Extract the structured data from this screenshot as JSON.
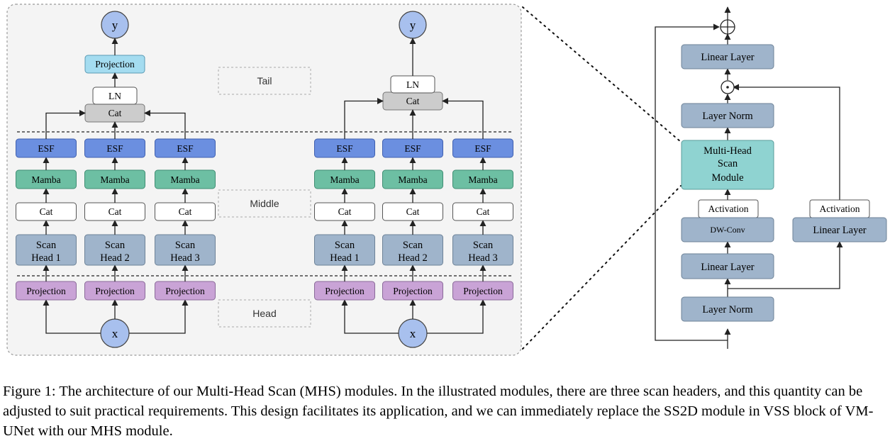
{
  "left_panel": {
    "sections": {
      "tail": "Tail",
      "middle": "Middle",
      "head": "Head"
    },
    "left_module": {
      "output": "y",
      "output_projection": "Projection",
      "ln": "LN",
      "cat_top": "Cat",
      "branches": [
        {
          "esf": "ESF",
          "mamba": "Mamba",
          "cat": "Cat",
          "scan_line1": "Scan",
          "scan_line2": "Head 1",
          "projection": "Projection"
        },
        {
          "esf": "ESF",
          "mamba": "Mamba",
          "cat": "Cat",
          "scan_line1": "Scan",
          "scan_line2": "Head 2",
          "projection": "Projection"
        },
        {
          "esf": "ESF",
          "mamba": "Mamba",
          "cat": "Cat",
          "scan_line1": "Scan",
          "scan_line2": "Head 3",
          "projection": "Projection"
        }
      ],
      "input": "x"
    },
    "right_module": {
      "output": "y",
      "ln": "LN",
      "cat_top": "Cat",
      "branches": [
        {
          "esf": "ESF",
          "mamba": "Mamba",
          "cat": "Cat",
          "scan_line1": "Scan",
          "scan_line2": "Head 1",
          "projection": "Projection"
        },
        {
          "esf": "ESF",
          "mamba": "Mamba",
          "cat": "Cat",
          "scan_line1": "Scan",
          "scan_line2": "Head 2",
          "projection": "Projection"
        },
        {
          "esf": "ESF",
          "mamba": "Mamba",
          "cat": "Cat",
          "scan_line1": "Scan",
          "scan_line2": "Head 3",
          "projection": "Projection"
        }
      ],
      "input": "x"
    }
  },
  "vss_block": {
    "add_symbol": "+",
    "multiply_symbol": "·",
    "linear_layer_top": "Linear Layer",
    "layer_norm_top": "Layer Norm",
    "mhs_line1": "Multi-Head",
    "mhs_line2": "Scan",
    "mhs_line3": "Module",
    "activation_left": "Activation",
    "dwconv": "DW-Conv",
    "linear_layer_mid": "Linear Layer",
    "layer_norm_bottom": "Layer Norm",
    "activation_right": "Activation",
    "linear_layer_right": "Linear Layer"
  },
  "caption": "Figure 1: The architecture of our Multi-Head Scan (MHS) modules. In the illustrated modules, there are three scan headers, and this quantity can be adjusted to suit practical requirements. This design facilitates its application, and we can immediately replace the SS2D module in VSS block of VM-UNet with our MHS module.",
  "colors": {
    "esf": "#6b8fe0",
    "mamba": "#6dbfa3",
    "projection_purple": "#c9a3d6",
    "projection_cyan": "#a4dcf0",
    "cat_gray": "#cccccc",
    "circle_blue": "#a8c0ee",
    "vss_box": "#9fb4cb",
    "mhs_box": "#8fd3d1",
    "panel_bg": "#f4f4f4"
  }
}
